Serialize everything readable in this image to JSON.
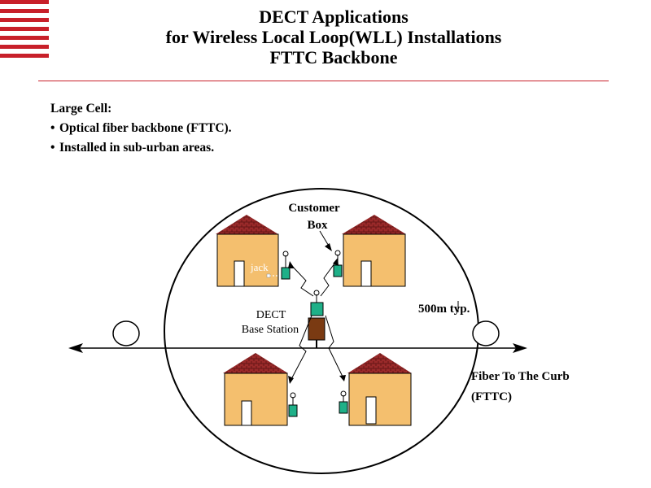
{
  "header": {
    "title_line1": "DECT Applications",
    "title_line2": "for Wireless Local Loop(WLL) Installations",
    "title_line3": "FTTC Backbone"
  },
  "intro": {
    "heading": "Large Cell:",
    "bullets": [
      "Optical fiber backbone (FTTC).",
      "Installed in sub-urban areas."
    ]
  },
  "diagram": {
    "customer_box_label_line1": "Customer",
    "customer_box_label_line2": "Box",
    "jack_label": "jack",
    "base_station_line1": "DECT",
    "base_station_line2": "Base Station",
    "range_label": "500m typ.",
    "fiber_label_line1": "Fiber To The Curb",
    "fiber_label_line2": "(FTTC)"
  },
  "colors": {
    "accent": "#c8202a",
    "house_wall": "#f4bf6e",
    "roof": "#9a2a2a",
    "customer_box": "#1fb088",
    "base_station": "#7a3a12"
  }
}
